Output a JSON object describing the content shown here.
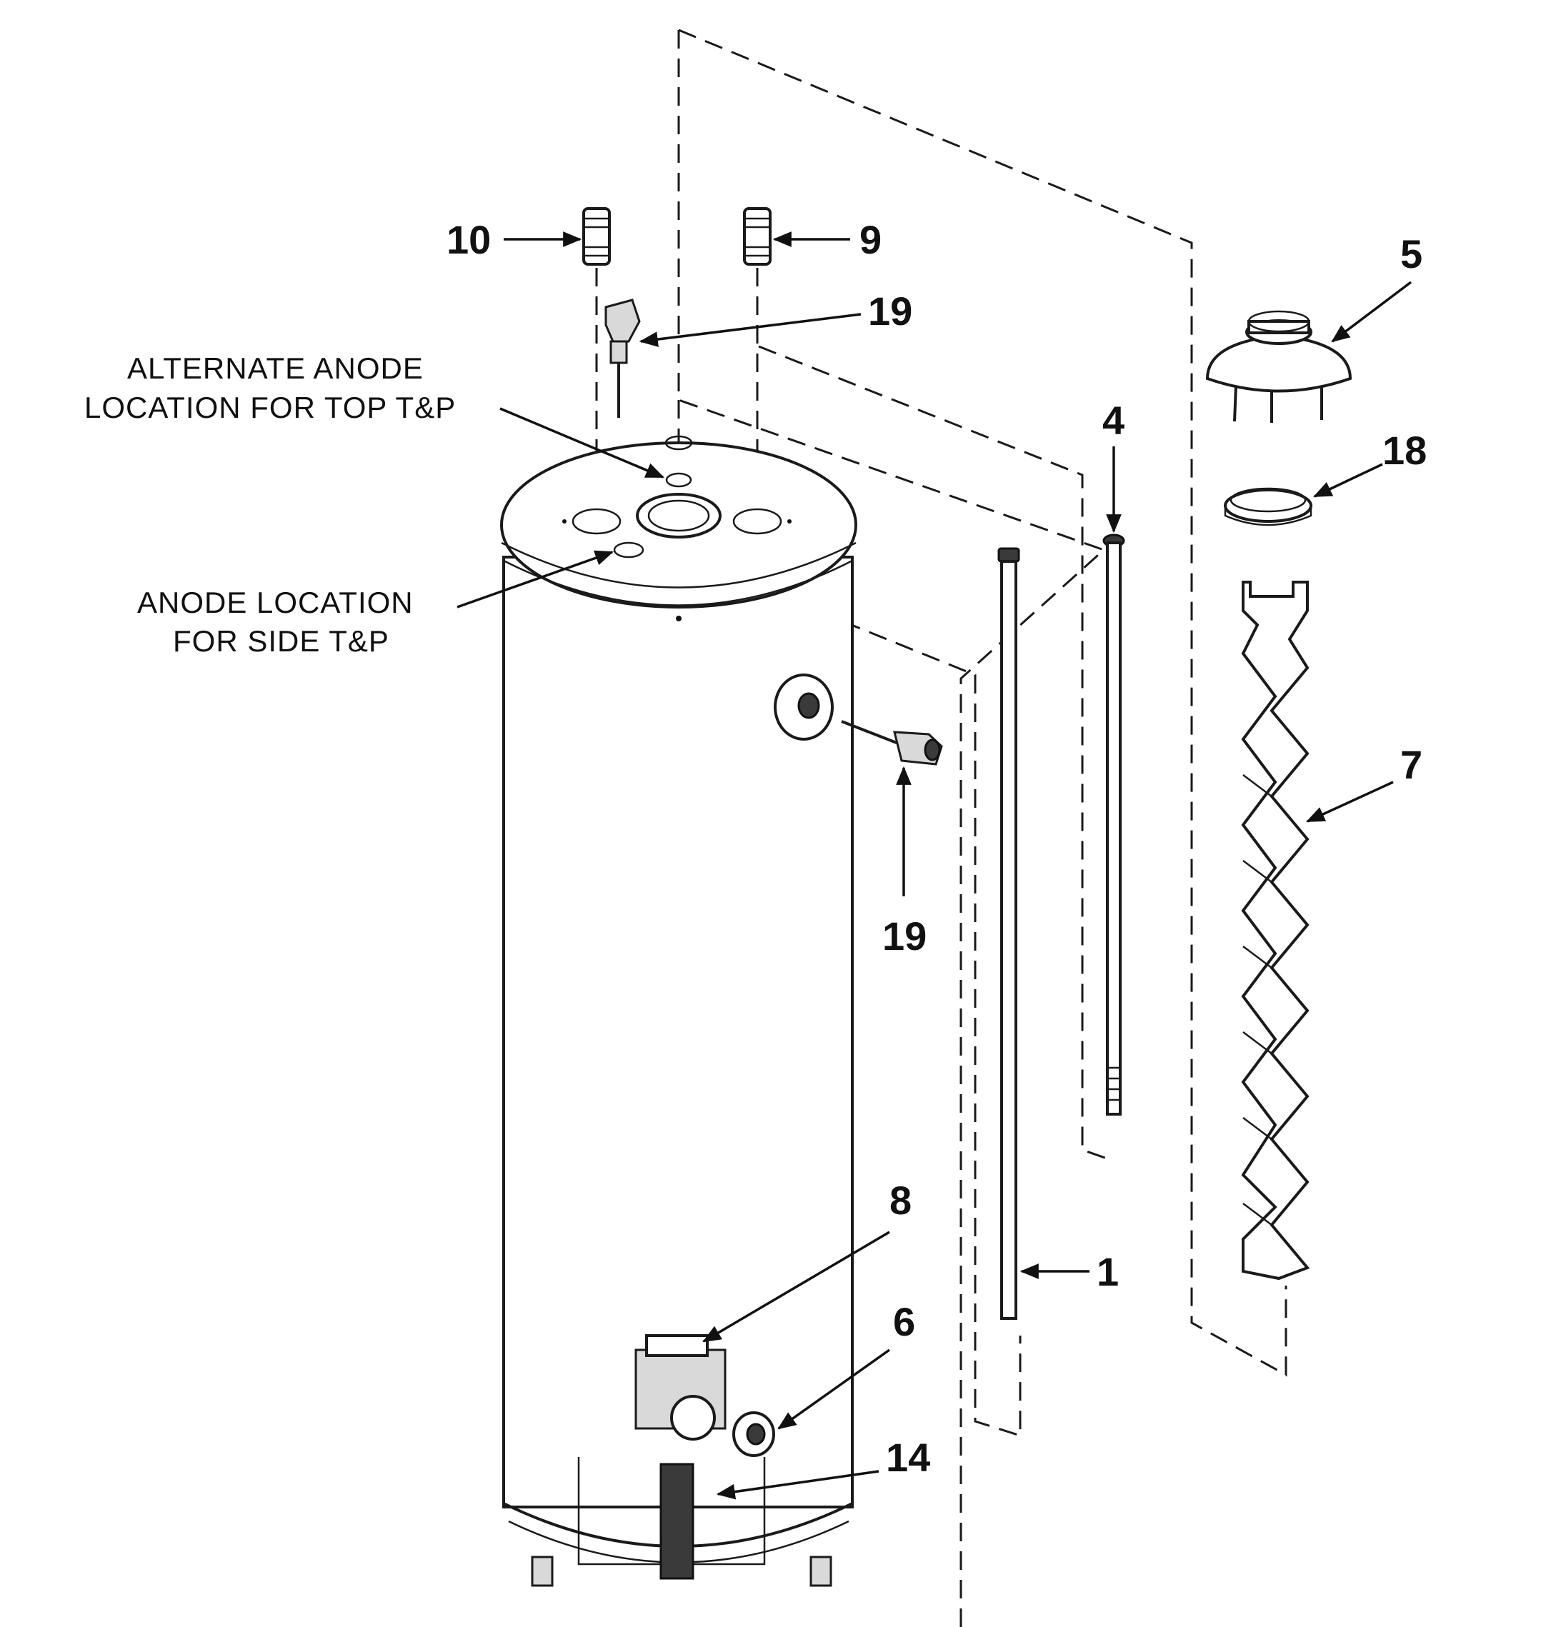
{
  "diagram": {
    "callouts": {
      "c10": "10",
      "c9": "9",
      "c19_top": "19",
      "c5": "5",
      "c4": "4",
      "c18": "18",
      "c7": "7",
      "c19_side": "19",
      "c8": "8",
      "c1": "1",
      "c6": "6",
      "c14": "14"
    },
    "notes": {
      "alt_anode_line1": "ALTERNATE ANODE",
      "alt_anode_line2": "LOCATION FOR TOP T&P",
      "anode_side_line1": "ANODE LOCATION",
      "anode_side_line2": "FOR SIDE T&P"
    }
  }
}
